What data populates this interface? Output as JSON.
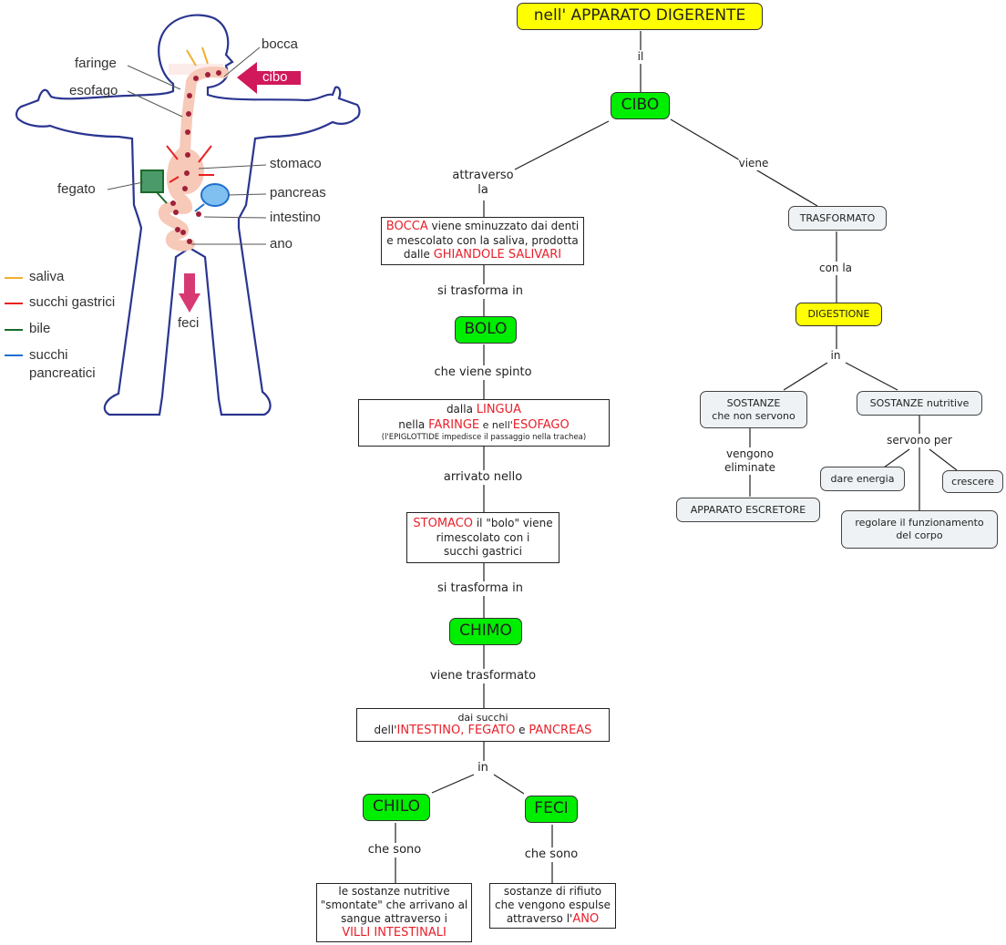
{
  "illustration": {
    "organ_labels": {
      "bocca": "bocca",
      "cibo": "cibo",
      "faringe": "faringe",
      "esofago": "esofago",
      "stomaco": "stomaco",
      "fegato": "fegato",
      "pancreas": "pancreas",
      "intestino": "intestino",
      "ano": "ano",
      "feci": "feci"
    },
    "legend": [
      {
        "label": "saliva",
        "color": "#f0b030"
      },
      {
        "label": "succhi gastrici",
        "color": "#e82020"
      },
      {
        "label": "bile",
        "color": "#1a6a2a"
      },
      {
        "label": "succhi",
        "label2": "pancreatici",
        "color": "#2070d0"
      }
    ]
  },
  "colors": {
    "root_node": "#ffff00",
    "stage_node": "#00ee00",
    "concept_node": "#eef2f4",
    "highlight_text": "#e8202a",
    "body_outline": "#2a3590"
  },
  "map": {
    "root": "nell' APPARATO DIGERENTE",
    "link_il": "il",
    "cibo": "CIBO",
    "link_attraverso": "attraverso",
    "link_attraverso2": "la",
    "bocca_box": {
      "r1a": "BOCCA",
      "r1b": " viene sminuzzato dai denti",
      "r2": "e mescolato con la saliva, prodotta",
      "r3a": "dalle ",
      "r3b": "GHIANDOLE SALIVARI"
    },
    "link_si_trasforma_1": "si trasforma in",
    "bolo": "BOLO",
    "link_spinto": "che viene spinto",
    "lingua_box": {
      "r1a": "dalla ",
      "r1b": "LINGUA",
      "r2a": "nella ",
      "r2b": "FARINGE",
      "r2c": " e nell'",
      "r2d": "ESOFAGO",
      "r3": "(l'EPIGLOTTIDE impedisce il passaggio nella trachea)"
    },
    "link_arrivato": "arrivato nello",
    "stomaco_box": {
      "r1a": "STOMACO",
      "r1b": " il \"bolo\" viene",
      "r2": "rimescolato con i",
      "r3": "succhi gastrici"
    },
    "link_si_trasforma_2": "si trasforma in",
    "chimo": "CHIMO",
    "link_viene_trasformato": "viene trasformato",
    "succhi_box": {
      "r1": "dai succhi",
      "r2a": "dell'",
      "r2b": "INTESTINO, FEGATO",
      "r2c": " e ",
      "r2d": "PANCREAS"
    },
    "link_in_1": "in",
    "chilo": "CHILO",
    "feci": "FECI",
    "link_che_sono_1": "che sono",
    "link_che_sono_2": "che sono",
    "chilo_box": {
      "r1": "le sostanze nutritive",
      "r2": "\"smontate\" che arrivano al",
      "r3": "sangue attraverso i",
      "r4": "VILLI INTESTINALI"
    },
    "feci_box": {
      "r1": "sostanze di rifiuto",
      "r2": "che vengono espulse",
      "r3a": "attraverso l'",
      "r3b": "ANO"
    },
    "link_viene": "viene",
    "trasformato": "TRASFORMATO",
    "link_con_la": "con la",
    "digestione": "DIGESTIONE",
    "link_in_2": "in",
    "sostanze_non": {
      "r1": "SOSTANZE",
      "r2": "che non servono"
    },
    "sostanze_nutritive": "SOSTANZE nutritive",
    "link_vengono": "vengono",
    "link_eliminate": "eliminate",
    "apparato_escretore": "APPARATO ESCRETORE",
    "link_servono_per": "servono per",
    "dare_energia": "dare energia",
    "crescere": "crescere",
    "regolare": {
      "r1": "regolare il funzionamento",
      "r2": "del corpo"
    }
  }
}
